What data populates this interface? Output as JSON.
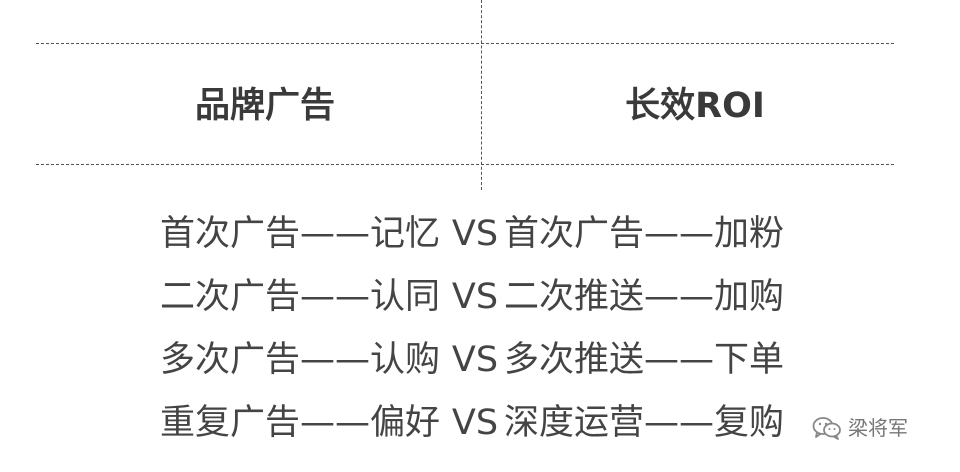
{
  "header": {
    "left": "品牌广告",
    "right": "长效ROI"
  },
  "rows": [
    {
      "left": "首次广告——记忆",
      "vs": "VS",
      "right": "首次广告——加粉"
    },
    {
      "left": "二次广告——认同",
      "vs": "VS",
      "right": "二次推送——加购"
    },
    {
      "left": "多次广告——认购",
      "vs": "VS",
      "right": "多次推送——下单"
    },
    {
      "left": "重复广告——偏好",
      "vs": "VS",
      "right": "深度运营——复购"
    }
  ],
  "watermark": {
    "icon": "wechat-icon",
    "text": "梁将军"
  }
}
